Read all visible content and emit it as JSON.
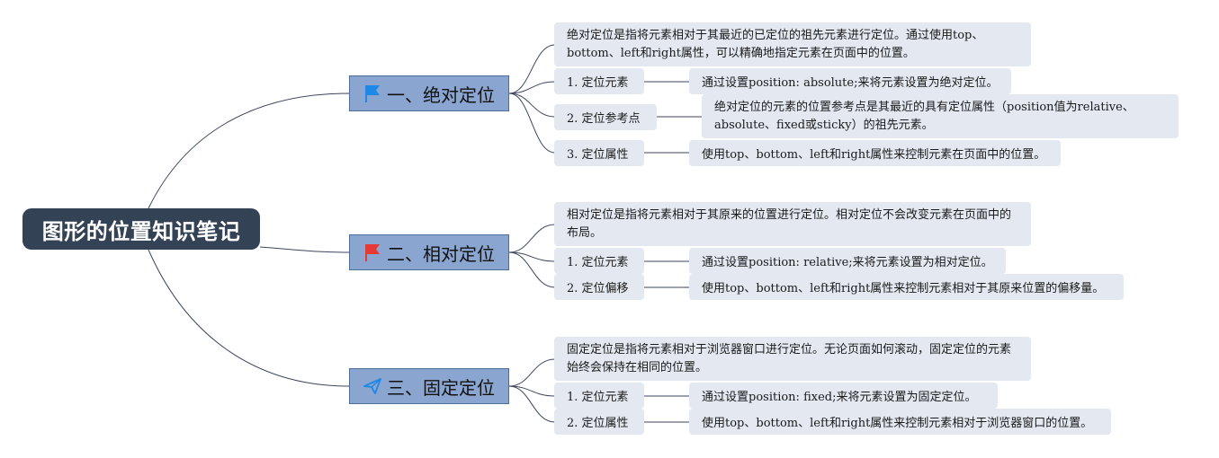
{
  "root": {
    "title": "图形的位置知识笔记"
  },
  "branches": [
    {
      "title": "一、绝对定位",
      "icon": "blue-flag-icon",
      "icon_color": "#1e88e5",
      "desc": "绝对定位是指将元素相对于其最近的已定位的祖先元素进行定位。通过使用top、bottom、left和right属性，可以精确地指定元素在页面中的位置。",
      "items": [
        {
          "label": "1. 定位元素",
          "detail": "通过设置position: absolute;来将元素设置为绝对定位。"
        },
        {
          "label": "2. 定位参考点",
          "detail": "绝对定位的元素的位置参考点是其最近的具有定位属性（position值为relative、absolute、fixed或sticky）的祖先元素。"
        },
        {
          "label": "3. 定位属性",
          "detail": "使用top、bottom、left和right属性来控制元素在页面中的位置。"
        }
      ]
    },
    {
      "title": "二、相对定位",
      "icon": "red-flag-icon",
      "icon_color": "#e53935",
      "desc": "相对定位是指将元素相对于其原来的位置进行定位。相对定位不会改变元素在页面中的布局。",
      "items": [
        {
          "label": "1. 定位元素",
          "detail": "通过设置position: relative;来将元素设置为相对定位。"
        },
        {
          "label": "2. 定位偏移",
          "detail": "使用top、bottom、left和right属性来控制元素相对于其原来位置的偏移量。"
        }
      ]
    },
    {
      "title": "三、固定定位",
      "icon": "paper-plane-icon",
      "icon_color": "#1e88e5",
      "desc": "固定定位是指将元素相对于浏览器窗口进行定位。无论页面如何滚动，固定定位的元素始终会保持在相同的位置。",
      "items": [
        {
          "label": "1. 定位元素",
          "detail": "通过设置position: fixed;来将元素设置为固定定位。"
        },
        {
          "label": "2. 定位属性",
          "detail": "使用top、bottom、left和right属性来控制元素相对于浏览器窗口的位置。"
        }
      ]
    }
  ]
}
